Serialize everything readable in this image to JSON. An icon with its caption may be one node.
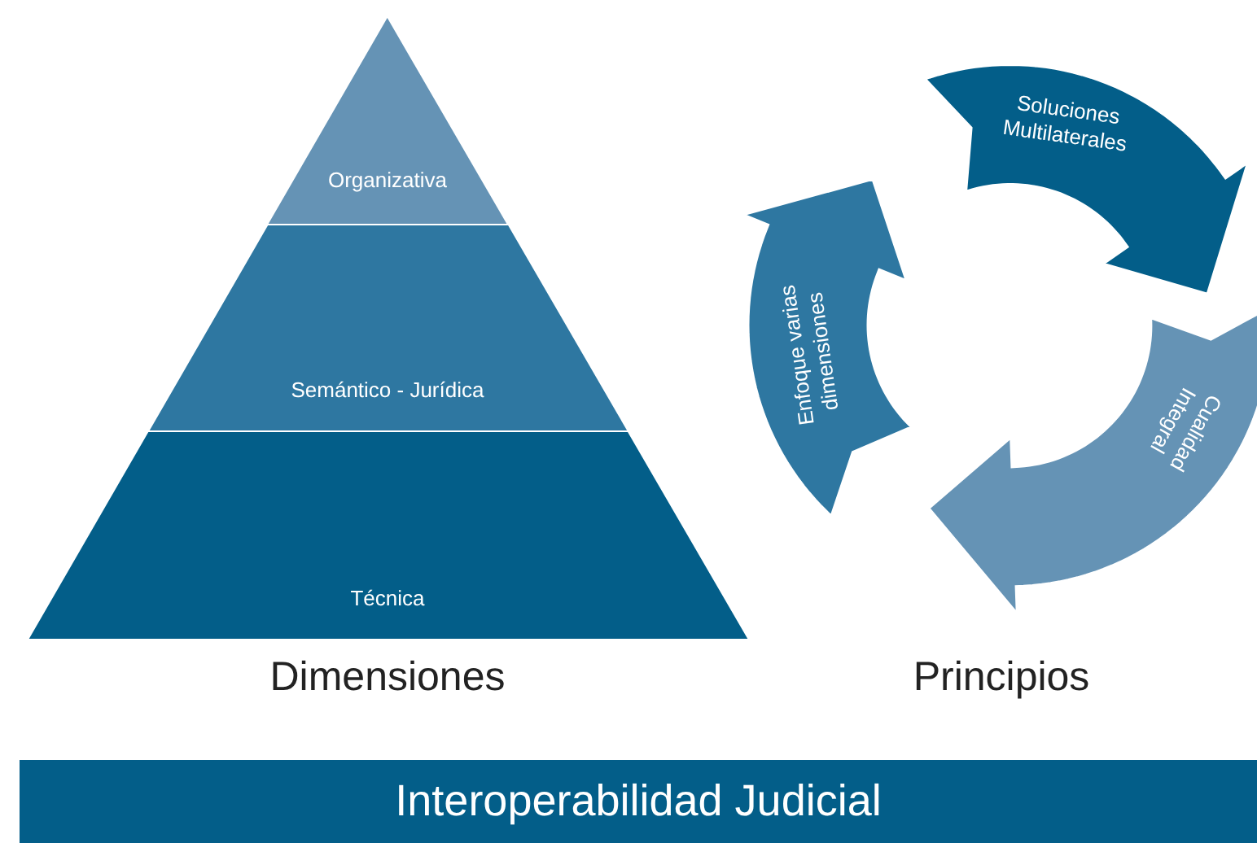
{
  "diagram": {
    "nodes": [
      {
        "text": [
          "Organizativa"
        ]
      },
      {
        "text": [
          "Semántico - Jurídica"
        ]
      },
      {
        "text": [
          "Técnica"
        ]
      },
      {
        "text": [
          "Soluciones Multilaterales"
        ]
      },
      {
        "text": [
          "Cualidad Integral"
        ]
      },
      {
        "text": [
          "Enfoque varias dimensiones"
        ]
      },
      {
        "text": [
          "Interoperabilidad Judicial"
        ]
      }
    ],
    "labels": [
      "Dimensiones",
      "Principios"
    ]
  }
}
